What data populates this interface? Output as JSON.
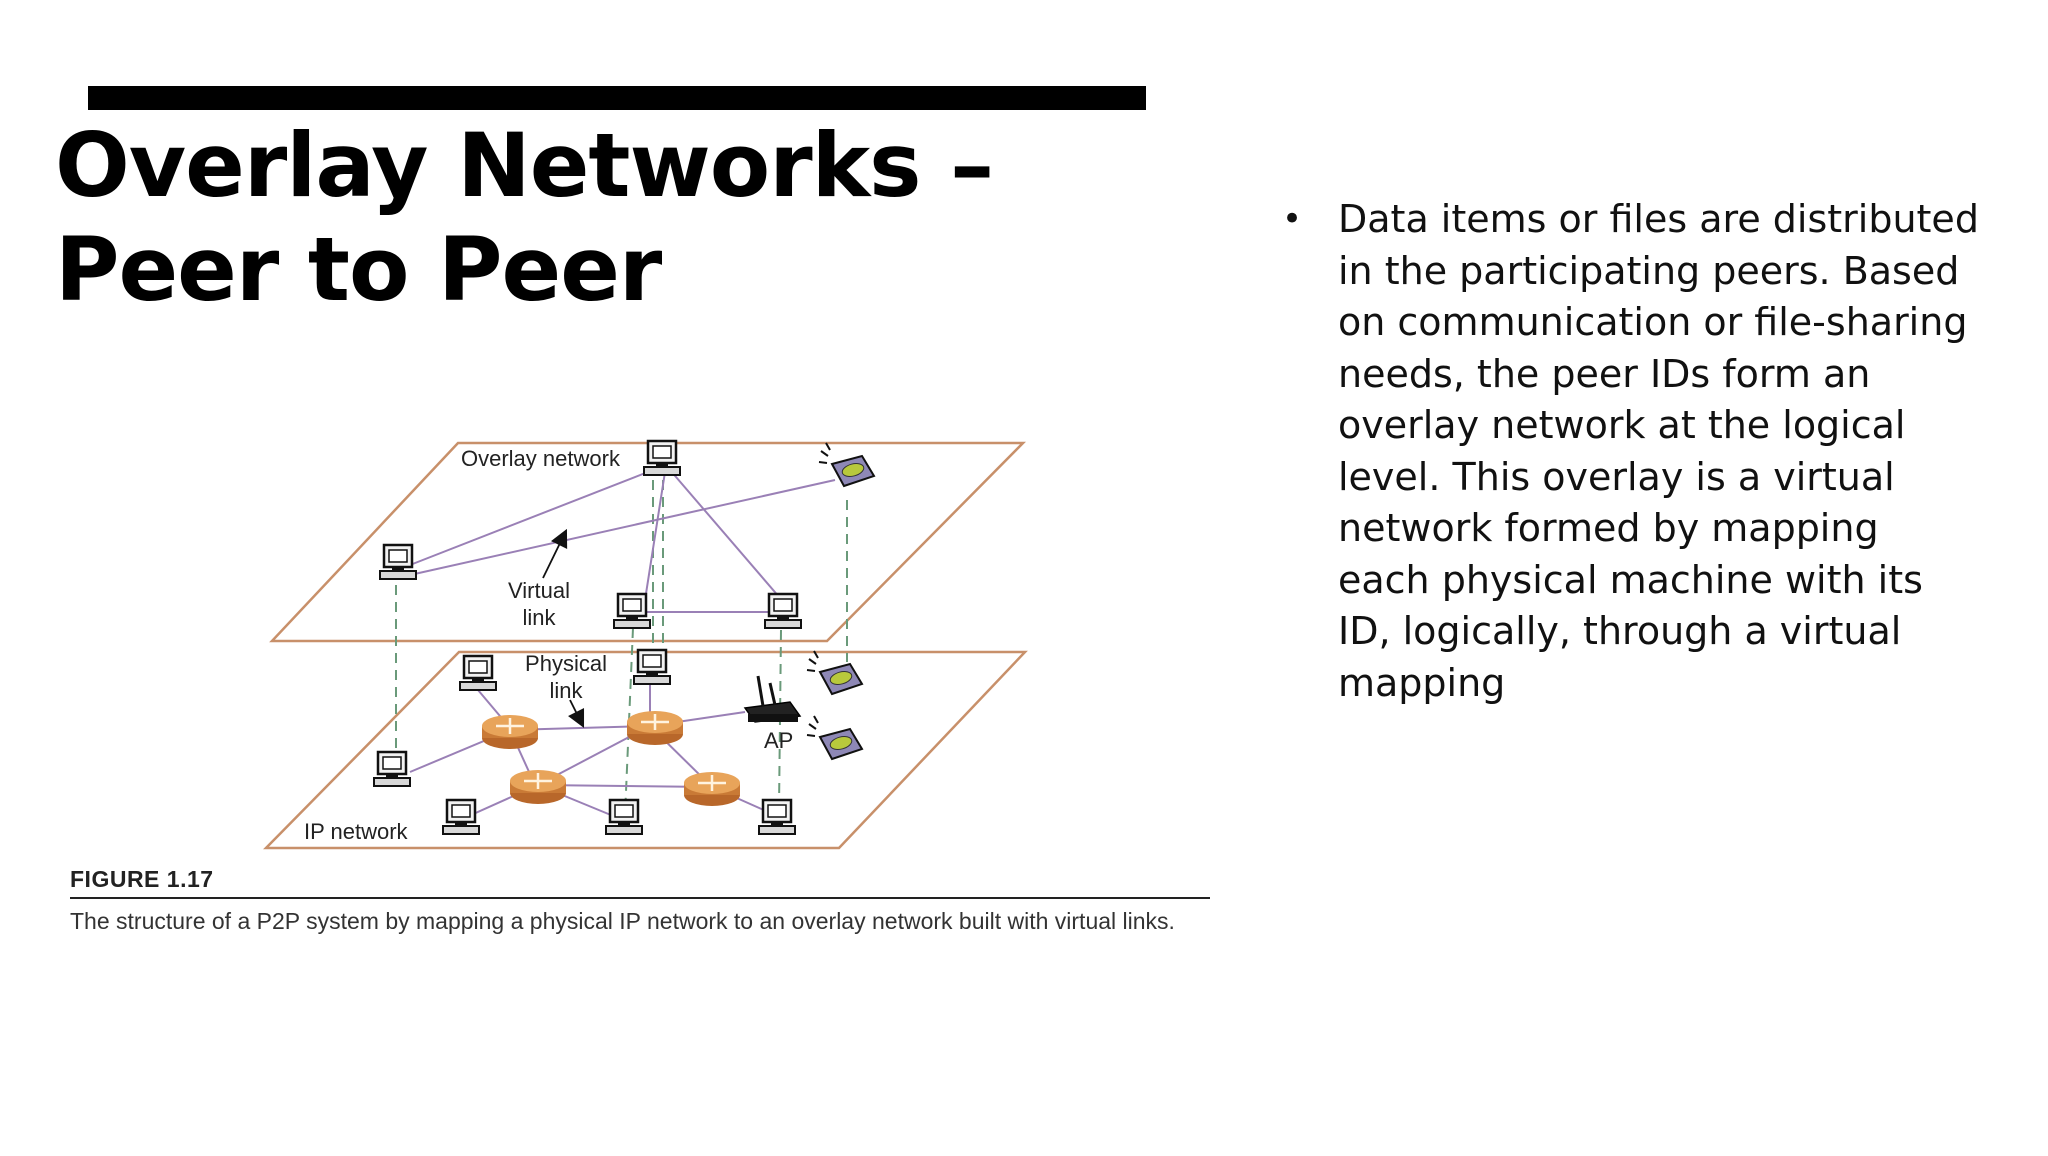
{
  "slide": {
    "title_line1": "Overlay Networks –",
    "title_line2": "Peer to Peer",
    "bullet_char": "•",
    "bullet_text": "Data items or files are distributed in the participating peers. Based on communication or file-sharing needs, the peer IDs form an overlay network at the logical level. This overlay is a virtual network formed by mapping each physical machine with its ID, logically, through a virtual mapping"
  },
  "figure": {
    "overlay_label": "Overlay network",
    "virtual_link_label": [
      "Virtual",
      "link"
    ],
    "physical_link_label": [
      "Physical",
      "link"
    ],
    "ap_label": "AP",
    "ip_label": "IP network",
    "figure_number": "FIGURE 1.17",
    "caption": "The structure of a P2P system by mapping a physical IP network to an overlay network built with virtual links."
  },
  "colors": {
    "plane_border": "#c8906a",
    "virtual_link": "#9a80b6",
    "physical_link": "#9a80b6",
    "dashed_mapping": "#6a9a7a",
    "router": "#d98b3c",
    "laptop": "#b8c93c"
  },
  "icons": [
    "desktop-computer-icon",
    "laptop-icon",
    "router-icon",
    "access-point-icon",
    "arrow-icon"
  ]
}
